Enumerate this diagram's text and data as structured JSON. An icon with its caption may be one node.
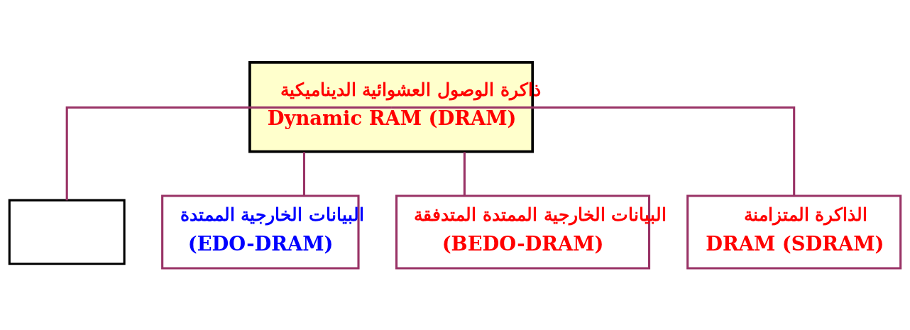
{
  "diagram": {
    "nodes": [
      {
        "text": [
          "ذاكرة الوصول العشوائية الديناميكية",
          "Dynamic RAM (DRAM)"
        ]
      },
      {
        "text": [],
        "shape": "box"
      },
      {
        "text": [
          "البيانات الخارجية الممتدة",
          "(EDO-DRAM)"
        ]
      },
      {
        "text": [
          "البيانات الخارجية الممتدة المتدفقة",
          "(BEDO-DRAM)"
        ]
      },
      {
        "text": [
          "الذاكرة المتزامنة",
          "DRAM (SDRAM)"
        ]
      }
    ],
    "edges": [
      {
        "from": 0,
        "to": 1,
        "arrow": "none"
      },
      {
        "from": 0,
        "to": 2,
        "arrow": "none"
      },
      {
        "from": 0,
        "to": 3,
        "arrow": "none"
      },
      {
        "from": 0,
        "to": 4,
        "arrow": "none"
      }
    ]
  }
}
